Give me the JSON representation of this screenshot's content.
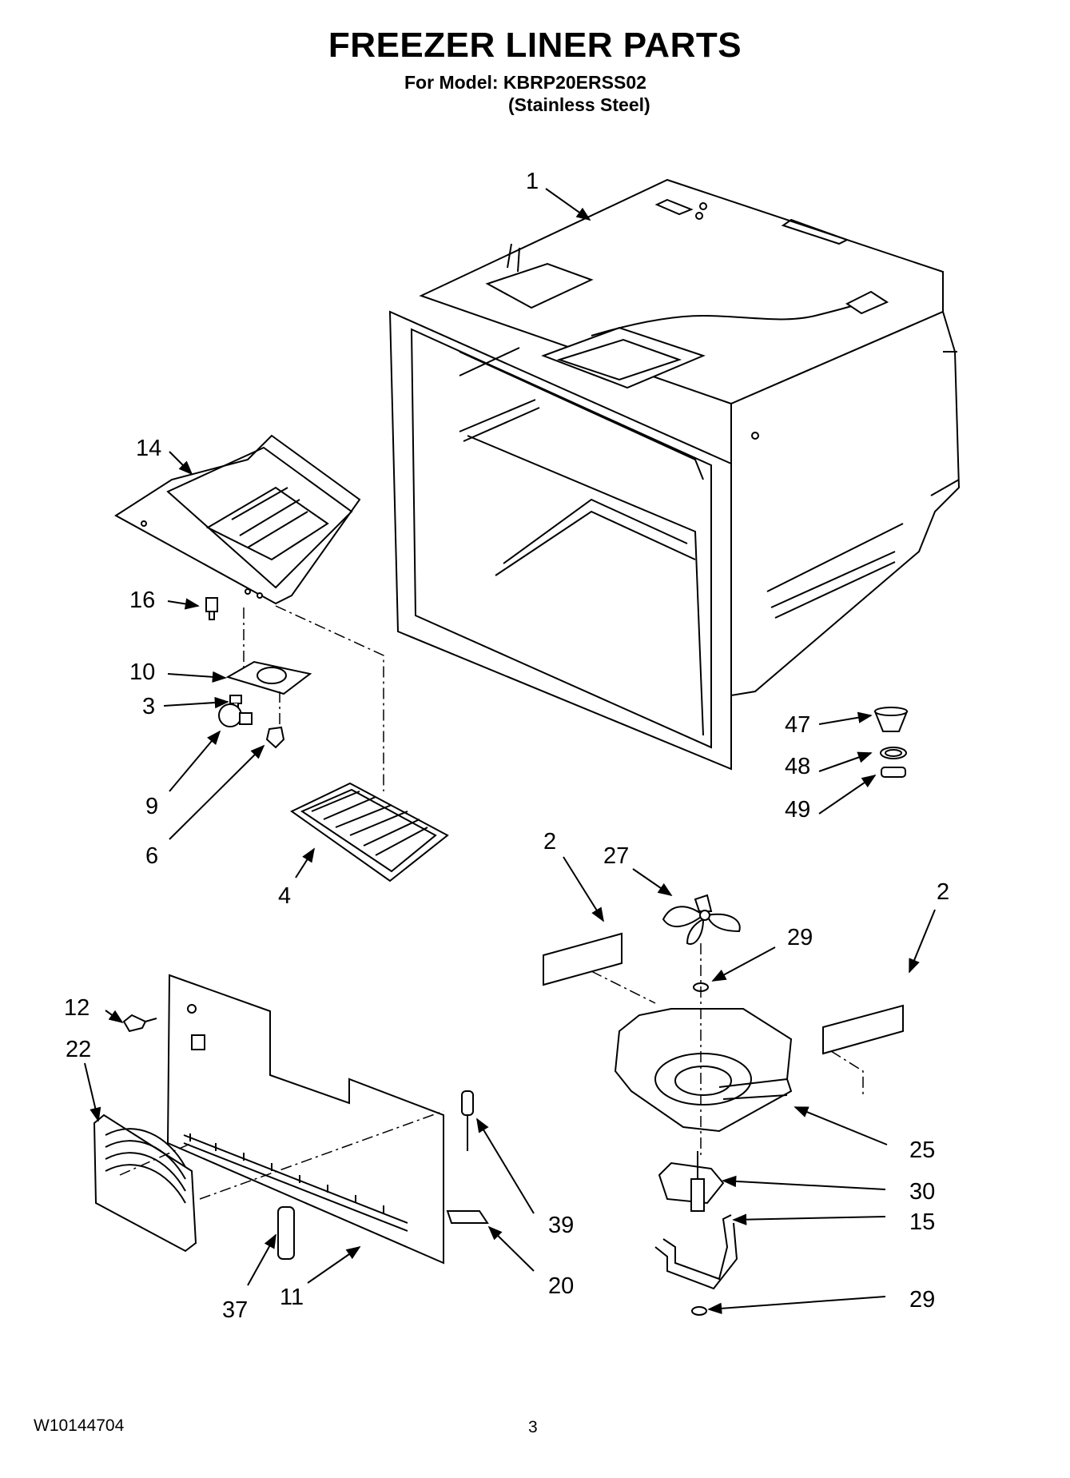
{
  "header": {
    "title": "FREEZER LINER PARTS",
    "model_line": "For Model: KBRP20ERSS02",
    "model_variant": "(Stainless Steel)"
  },
  "footer": {
    "doc_number": "W10144704",
    "page_number": "3"
  },
  "callouts": [
    {
      "id": "c1",
      "label": "1"
    },
    {
      "id": "c14",
      "label": "14"
    },
    {
      "id": "c16",
      "label": "16"
    },
    {
      "id": "c10",
      "label": "10"
    },
    {
      "id": "c3",
      "label": "3"
    },
    {
      "id": "c9",
      "label": "9"
    },
    {
      "id": "c6",
      "label": "6"
    },
    {
      "id": "c4",
      "label": "4"
    },
    {
      "id": "c47",
      "label": "47"
    },
    {
      "id": "c48",
      "label": "48"
    },
    {
      "id": "c49",
      "label": "49"
    },
    {
      "id": "c2a",
      "label": "2"
    },
    {
      "id": "c27",
      "label": "27"
    },
    {
      "id": "c2b",
      "label": "2"
    },
    {
      "id": "c29a",
      "label": "29"
    },
    {
      "id": "c12",
      "label": "12"
    },
    {
      "id": "c22",
      "label": "22"
    },
    {
      "id": "c25",
      "label": "25"
    },
    {
      "id": "c30",
      "label": "30"
    },
    {
      "id": "c15",
      "label": "15"
    },
    {
      "id": "c39",
      "label": "39"
    },
    {
      "id": "c20",
      "label": "20"
    },
    {
      "id": "c37",
      "label": "37"
    },
    {
      "id": "c11",
      "label": "11"
    },
    {
      "id": "c29b",
      "label": "29"
    }
  ]
}
